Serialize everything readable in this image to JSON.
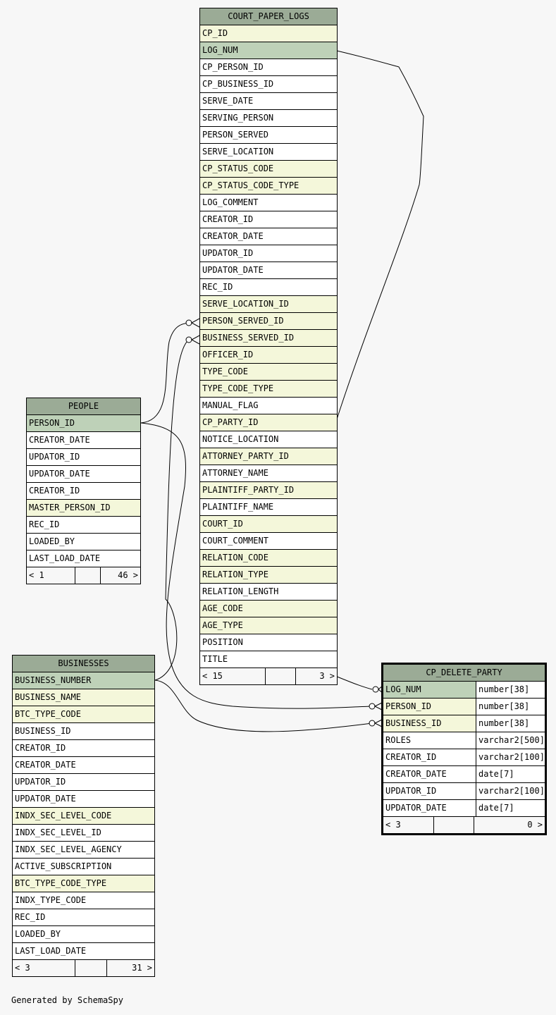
{
  "footer_text": "Generated by SchemaSpy",
  "tables": {
    "court_paper_logs": {
      "name": "COURT_PAPER_LOGS",
      "columns": [
        {
          "name": "CP_ID",
          "kind": "fk"
        },
        {
          "name": "LOG_NUM",
          "kind": "pk"
        },
        {
          "name": "CP_PERSON_ID",
          "kind": "plain"
        },
        {
          "name": "CP_BUSINESS_ID",
          "kind": "plain"
        },
        {
          "name": "SERVE_DATE",
          "kind": "plain"
        },
        {
          "name": "SERVING_PERSON",
          "kind": "plain"
        },
        {
          "name": "PERSON_SERVED",
          "kind": "plain"
        },
        {
          "name": "SERVE_LOCATION",
          "kind": "plain"
        },
        {
          "name": "CP_STATUS_CODE",
          "kind": "fk"
        },
        {
          "name": "CP_STATUS_CODE_TYPE",
          "kind": "fk"
        },
        {
          "name": "LOG_COMMENT",
          "kind": "plain"
        },
        {
          "name": "CREATOR_ID",
          "kind": "plain"
        },
        {
          "name": "CREATOR_DATE",
          "kind": "plain"
        },
        {
          "name": "UPDATOR_ID",
          "kind": "plain"
        },
        {
          "name": "UPDATOR_DATE",
          "kind": "plain"
        },
        {
          "name": "REC_ID",
          "kind": "plain"
        },
        {
          "name": "SERVE_LOCATION_ID",
          "kind": "fk"
        },
        {
          "name": "PERSON_SERVED_ID",
          "kind": "fk"
        },
        {
          "name": "BUSINESS_SERVED_ID",
          "kind": "fk"
        },
        {
          "name": "OFFICER_ID",
          "kind": "fk"
        },
        {
          "name": "TYPE_CODE",
          "kind": "fk"
        },
        {
          "name": "TYPE_CODE_TYPE",
          "kind": "fk"
        },
        {
          "name": "MANUAL_FLAG",
          "kind": "plain"
        },
        {
          "name": "CP_PARTY_ID",
          "kind": "fk"
        },
        {
          "name": "NOTICE_LOCATION",
          "kind": "plain"
        },
        {
          "name": "ATTORNEY_PARTY_ID",
          "kind": "fk"
        },
        {
          "name": "ATTORNEY_NAME",
          "kind": "plain"
        },
        {
          "name": "PLAINTIFF_PARTY_ID",
          "kind": "fk"
        },
        {
          "name": "PLAINTIFF_NAME",
          "kind": "plain"
        },
        {
          "name": "COURT_ID",
          "kind": "fk"
        },
        {
          "name": "COURT_COMMENT",
          "kind": "plain"
        },
        {
          "name": "RELATION_CODE",
          "kind": "fk"
        },
        {
          "name": "RELATION_TYPE",
          "kind": "fk"
        },
        {
          "name": "RELATION_LENGTH",
          "kind": "plain"
        },
        {
          "name": "AGE_CODE",
          "kind": "fk"
        },
        {
          "name": "AGE_TYPE",
          "kind": "fk"
        },
        {
          "name": "POSITION",
          "kind": "plain"
        },
        {
          "name": "TITLE",
          "kind": "plain"
        }
      ],
      "footer": {
        "left": "< 15",
        "right": "3 >"
      }
    },
    "people": {
      "name": "PEOPLE",
      "columns": [
        {
          "name": "PERSON_ID",
          "kind": "pk"
        },
        {
          "name": "CREATOR_DATE",
          "kind": "plain"
        },
        {
          "name": "UPDATOR_ID",
          "kind": "plain"
        },
        {
          "name": "UPDATOR_DATE",
          "kind": "plain"
        },
        {
          "name": "CREATOR_ID",
          "kind": "plain"
        },
        {
          "name": "MASTER_PERSON_ID",
          "kind": "fk"
        },
        {
          "name": "REC_ID",
          "kind": "plain"
        },
        {
          "name": "LOADED_BY",
          "kind": "plain"
        },
        {
          "name": "LAST_LOAD_DATE",
          "kind": "plain"
        }
      ],
      "footer": {
        "left": "< 1",
        "right": "46 >"
      }
    },
    "businesses": {
      "name": "BUSINESSES",
      "columns": [
        {
          "name": "BUSINESS_NUMBER",
          "kind": "pk"
        },
        {
          "name": "BUSINESS_NAME",
          "kind": "fk"
        },
        {
          "name": "BTC_TYPE_CODE",
          "kind": "fk"
        },
        {
          "name": "BUSINESS_ID",
          "kind": "plain"
        },
        {
          "name": "CREATOR_ID",
          "kind": "plain"
        },
        {
          "name": "CREATOR_DATE",
          "kind": "plain"
        },
        {
          "name": "UPDATOR_ID",
          "kind": "plain"
        },
        {
          "name": "UPDATOR_DATE",
          "kind": "plain"
        },
        {
          "name": "INDX_SEC_LEVEL_CODE",
          "kind": "fk"
        },
        {
          "name": "INDX_SEC_LEVEL_ID",
          "kind": "plain"
        },
        {
          "name": "INDX_SEC_LEVEL_AGENCY",
          "kind": "plain"
        },
        {
          "name": "ACTIVE_SUBSCRIPTION",
          "kind": "plain"
        },
        {
          "name": "BTC_TYPE_CODE_TYPE",
          "kind": "fk"
        },
        {
          "name": "INDX_TYPE_CODE",
          "kind": "plain"
        },
        {
          "name": "REC_ID",
          "kind": "plain"
        },
        {
          "name": "LOADED_BY",
          "kind": "plain"
        },
        {
          "name": "LAST_LOAD_DATE",
          "kind": "plain"
        }
      ],
      "footer": {
        "left": "< 3",
        "right": "31 >"
      }
    },
    "cp_delete_party": {
      "name": "CP_DELETE_PARTY",
      "columns": [
        {
          "name": "LOG_NUM",
          "type": "number[38]",
          "kind": "pk"
        },
        {
          "name": "PERSON_ID",
          "type": "number[38]",
          "kind": "fk"
        },
        {
          "name": "BUSINESS_ID",
          "type": "number[38]",
          "kind": "fk"
        },
        {
          "name": "ROLES",
          "type": "varchar2[500]",
          "kind": "plain"
        },
        {
          "name": "CREATOR_ID",
          "type": "varchar2[100]",
          "kind": "plain"
        },
        {
          "name": "CREATOR_DATE",
          "type": "date[7]",
          "kind": "plain"
        },
        {
          "name": "UPDATOR_ID",
          "type": "varchar2[100]",
          "kind": "plain"
        },
        {
          "name": "UPDATOR_DATE",
          "type": "date[7]",
          "kind": "plain"
        }
      ],
      "footer": {
        "left": "< 3",
        "right": "0 >"
      }
    }
  }
}
